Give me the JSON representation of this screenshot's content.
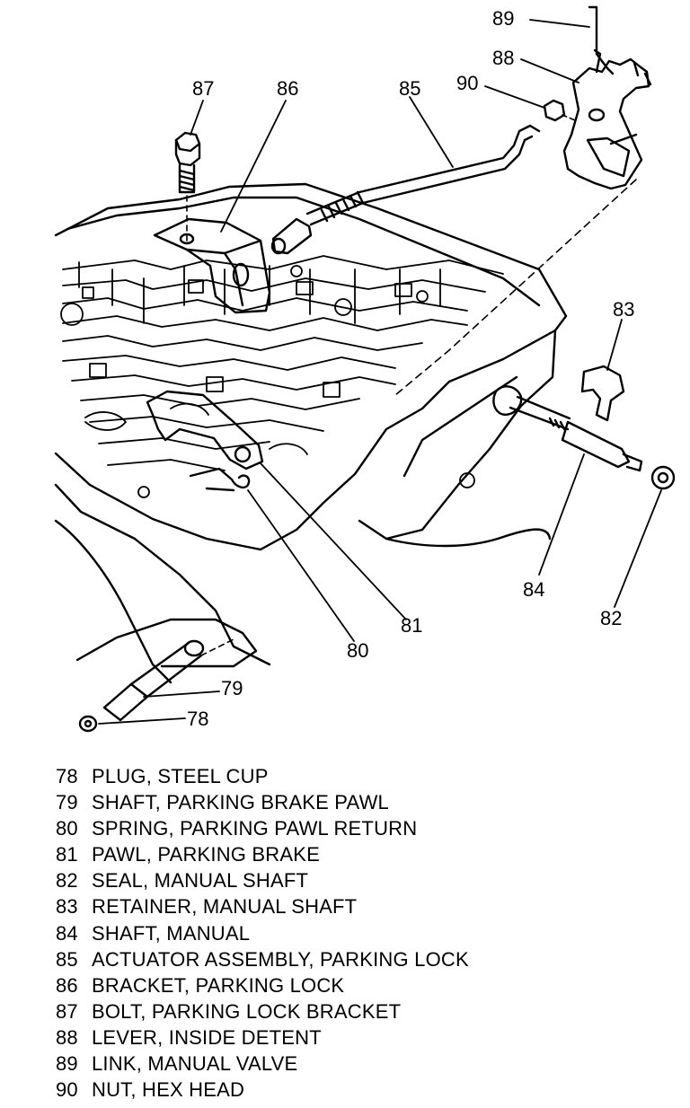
{
  "callouts": [
    {
      "number": "89"
    },
    {
      "number": "88"
    },
    {
      "number": "90"
    },
    {
      "number": "87"
    },
    {
      "number": "86"
    },
    {
      "number": "85"
    },
    {
      "number": "83"
    },
    {
      "number": "84"
    },
    {
      "number": "82"
    },
    {
      "number": "81"
    },
    {
      "number": "80"
    },
    {
      "number": "79"
    },
    {
      "number": "78"
    }
  ],
  "legend": [
    {
      "number": "78",
      "name": "PLUG, STEEL CUP"
    },
    {
      "number": "79",
      "name": "SHAFT, PARKING BRAKE PAWL"
    },
    {
      "number": "80",
      "name": "SPRING, PARKING PAWL RETURN"
    },
    {
      "number": "81",
      "name": "PAWL, PARKING BRAKE"
    },
    {
      "number": "82",
      "name": "SEAL, MANUAL SHAFT"
    },
    {
      "number": "83",
      "name": "RETAINER, MANUAL SHAFT"
    },
    {
      "number": "84",
      "name": "SHAFT, MANUAL"
    },
    {
      "number": "85",
      "name": "ACTUATOR ASSEMBLY, PARKING LOCK"
    },
    {
      "number": "86",
      "name": "BRACKET, PARKING LOCK"
    },
    {
      "number": "87",
      "name": "BOLT, PARKING LOCK BRACKET"
    },
    {
      "number": "88",
      "name": "LEVER, INSIDE DETENT"
    },
    {
      "number": "89",
      "name": "LINK, MANUAL VALVE"
    },
    {
      "number": "90",
      "name": "NUT, HEX HEAD"
    }
  ]
}
